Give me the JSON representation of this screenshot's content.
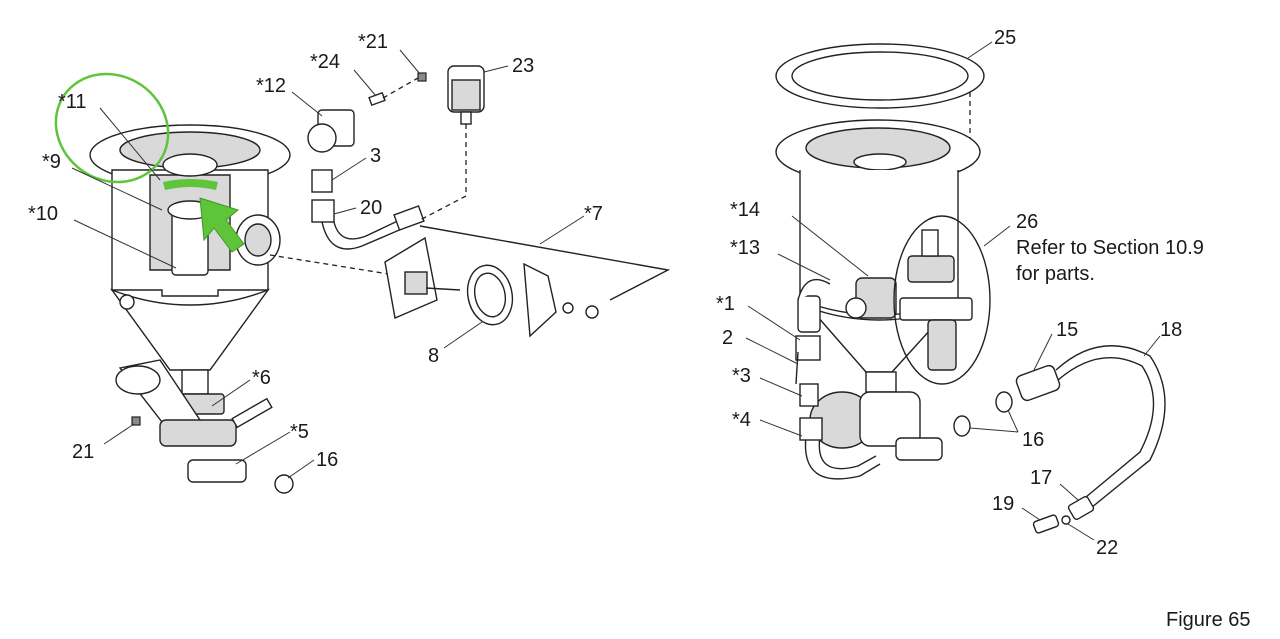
{
  "figure": {
    "caption": "Figure 65",
    "note_lines": [
      "Refer to Section 10.9",
      "for parts."
    ]
  },
  "left_assembly": {
    "callouts": [
      "*11",
      "*9",
      "*10",
      "*12",
      "*24",
      "*21",
      "23",
      "3",
      "20",
      "*7",
      "8",
      "*6",
      "21",
      "*5",
      "16"
    ]
  },
  "right_assembly": {
    "callouts": [
      "25",
      "*14",
      "*13",
      "26",
      "*1",
      "2",
      "*3",
      "*4",
      "15",
      "18",
      "16",
      "17",
      "19",
      "22"
    ]
  },
  "highlight": {
    "color": "#5ec43a",
    "target_part": "*11",
    "icon": "arrow-icon"
  },
  "colors": {
    "line": "#222222",
    "part_fill": "#ffffff",
    "shade": "#d9d9d9"
  }
}
